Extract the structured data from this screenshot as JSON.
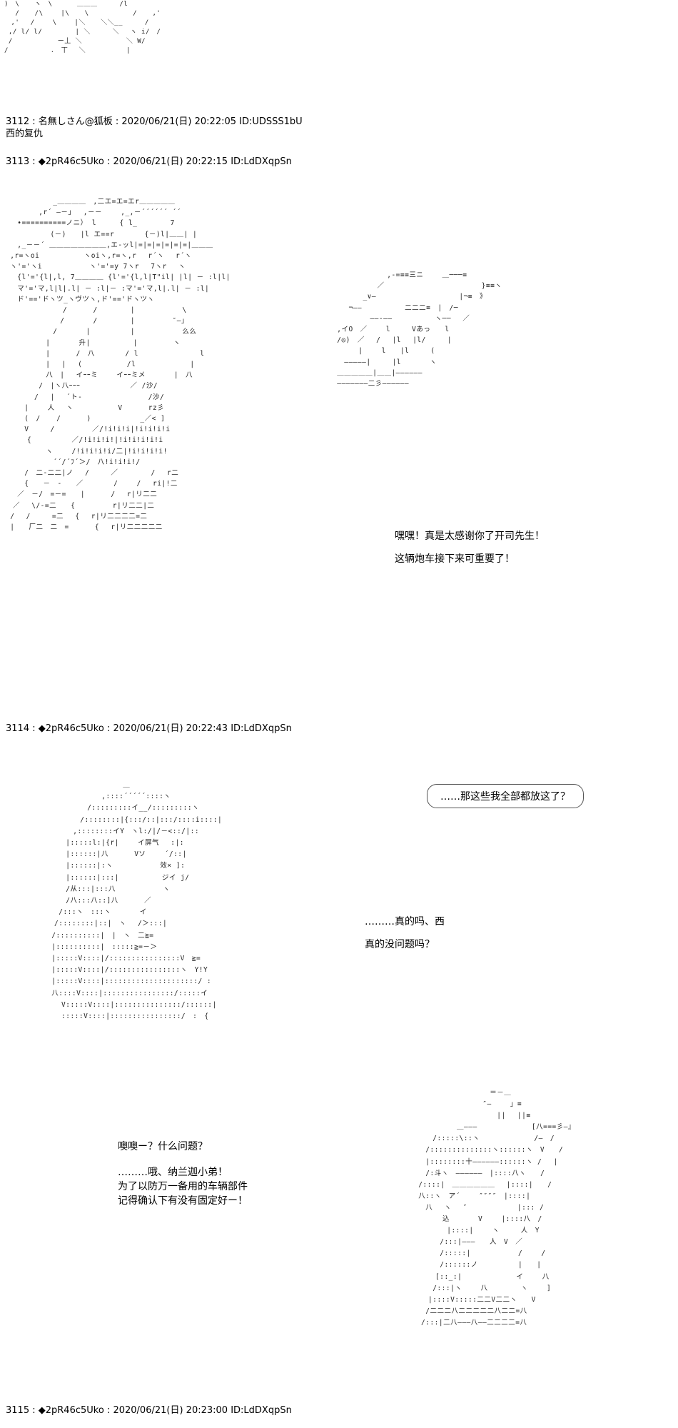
{
  "page": {
    "accent": "#000000"
  },
  "aa_top": ")　\\ 　 ヽ　\\ 　　　＿＿＿ 　　 /l\n 　/ 　 /\\ 　　|\\ 　 \\　 　 　 　 / 　 ,'\n　,'　 / 　　\\　 　|＼ 　 ＼＼__　 　 /\n ,/ l/ l/　 　 　 | ＼　 　 ＼　 ヽ i/　/\n /　　　　　　 ー丄 ＼　 　 　 　 ＼ W/\n/　　　　 　 ．　丅　 ＼　　　　　　|　",
  "posts": [
    {
      "num": "3112",
      "name": "名無しさん@狐板",
      "date": "2020/06/21(日) 20:22:05",
      "id": "ID:UDSSS1bU",
      "body": "西的复仇"
    },
    {
      "num": "3113",
      "name": "◆2pR46c5Uko",
      "date": "2020/06/21(日) 20:22:15",
      "id": "ID:LdDXqpSn",
      "dialog": [
        "嘿嘿！真是太感谢你了开司先生！",
        "这辆炮车接下来可重要了！"
      ]
    },
    {
      "num": "3114",
      "name": "◆2pR46c5Uko",
      "date": "2020/06/21(日) 20:22:43",
      "id": "ID:LdDXqpSn",
      "bubble": "……那这些我全部都放这了？",
      "dialog1": [
        "………真的吗、西",
        "真的没问题吗？"
      ],
      "dialog2": [
        "噢噢ー？什么问题？",
        "",
        "………哦、纳兰迦小弟！",
        "为了以防万一备用的车辆部件",
        "记得确认下有没有固定好ー！"
      ]
    },
    {
      "num": "3115",
      "name": "◆2pR46c5Uko",
      "date": "2020/06/21(日) 20:23:00",
      "id": "ID:LdDXqpSn"
    }
  ],
  "aa_3113_left": "　　　　　　 _＿＿＿＿　,二エ=エ=エr＿＿＿＿＿\n　　　　 ,r´ ―－」　 ,－－　　 ,_,－´´´´´´ ´´\n　 •==========ノニ） l　 　 { l_　　　　 7\n 　　　　　 (－)　　|l エ==r　 　　 {－)l|＿＿| |　　　　 \n　 ,_－－´ ＿＿＿＿＿＿＿＿,エ-ッl|=|=|=|=|=|=|＿＿＿\n ,r=ヽoi　　　　 　 ヽoiヽ,r=ヽ,r　 r´ヽ　 r´ヽ\n ヽ'='ヽi　　　　　 　ヽ'='=y 7ヽr　 7ヽr　 ヽ\n 　{l'='{l|,l, 7＿＿＿＿ {l'='{l,l|T\"il| |l| － :l|l|\n 　マ'='マ,l|l|.l| － :l|－ :マ'='マ,l|.l| － :l|\n 　ド'=='ドヽツ_ヽヴツヽ,ド'=='ドヽツヽ\n　　　　　　　　/　　　 /　　　　 |　　　 　　　\\\n　　　　　　　 /　　　　/　　　　 |　　　 　 ″―」\n　　　　　　 /　　　　|　　　　　 |　　　　　　 么么\n　　　　　 |　　　　升|　　　　　　|　　　　　ヽ\n　　　　　 |　　　 /　八　　 　 / l　 　　　　　　　l\n　　　　　 |　 |　 (　 　　　　 /l　　　　　　　 |\n　　　　　 八　|　 イｰｰミ　　 イｰｰミメ　　　　|　八\n　　　　 /　|ヽ八ｰｰｰ　　　　　　　／ /沙/\n　　　　/　 |　 ´ト-　　　 　　　　　 /沙/\n　　 |　　 人　 ヽ　　 　　　 V　　　 rz彡\n　　 (　/ 　 /　　　 ) 　　 　 　　_／< ]\n　　 V　　　/　 　　　 ／/!i!i!i|!i!i!i!i\n　　　{　　　　　 ／/!i!i!i!|!i!i!i!i!i\n　　　　　 ヽ　　 /!i!i!i!i/二|!i!i!i!i!\n　　　　　　 ´´/´ﾌ´＞/　八!i!i!i!/\n　　 /　二-二二|ノ　 /　　　／　　　　 /　 r二\n　　 {　　－　-　　／ 　　　 /　　 /　 ri|!二\n　 ／　－/　=－=　　|　　　 /　 r|リ二二\n　／　 \\/-=二　　{　 　　　 r|リ二二|二\n /　 /　　　=二　 {　 r|リ二二二二=二\n |　　厂二　二　=　　　 {　 r|リ二二二二二",
  "aa_3113_right": "　　　　　　　 ,-=≡≡三ニ　　 ＿───≡\n 　　　　　 ／　　　　　　　　　　　　　 }≡≡ヽ\n 　　　 _∨―　　　　　　　　　　　 |¬≡　》\n 　 ¬――　　　　　　二二二≡　|　/─\n 　　　　 ――-――　　　　　　ヽ──　 ／\n ,イO　／　　 l　　　Vあっ　　l\n /◎)　／　 /　 |l　 |l/　　　|\n 　　　|　 　l　　|l　　　(\n 　―――――|　　　|l　　　　ヽ\n ＿＿＿＿＿|＿＿|――――――\n ―――――――二彡――――――",
  "aa_3114_girl": "　　　　　　　　　　 ＿　　　　\n　　　　　　　 ,::::´´´´´::::ヽ\n　　　　　 /:::::::::イ__/:::::::::ヽ\n　　　　 /::::::::|{:::/::|:::/::::i::::|\n　　　 ,::::::::イY　ヽl:/|/－<::/|::\n　　 |:::::l:|{r|　 　イ屏气　 :|:\n　　 |::::::|八　　　 Vソ　 　´/::|\n　　 |::::::|:ヽ　　　　　 　效× ]:\n　　 |::::::|:::|　　　　　　ジイ j/\n　　 /从:::|:::八　　　　　　 ヽ\n　　 /八:::八::]八　　　 ／\n　 /:::ヽ　:::ヽ　　　　イ\n　/::::::::|::|　ヽ　 /＞:::|\n /::::::::::|　|　ヽ　二≧=\n |::::::::::|　:::::≧=－＞\n |:::::V::::|/::::::::::::::::V　≧=\n |:::::V::::|/::::::::::::::::ヽ　Y!Y\n |:::::V::::|:::::::::::::::::::::/ :\n 八::::V::::|::::::::::::::::/:::::イ\n　　V:::::V::::|:::::::::::::::/::::::|\n　　:::::V::::|::::::::::::::::/　:　{",
  "aa_3114_right": "　　　　　　　　　　　　 ＝－＿\n　　　　　　　　　　　 ″―　　 」≡　\n　　　　　　　　　　　　　 ||　 ||≡\n　　　　　　　　＿―――　　　　　　　 [八===彡―』\n　　　　 /:::::\\::ヽ　　　　　　　 /―　/\n　　　 /::::::::::::::ヽ::::::ヽ　V　　/\n　　　 |::::::::十――――――::::::ヽ /　 |\n　　　 /:斗ヽ　――――――　|::::八ヽ　　/\n　　 /::::|　＿＿＿＿＿＿　 |::::|　　/\n　　 八::ヽ　ア´　　 ″″″″　|::::|\n　　　 八　 ヽ　 ″　　　　　　　|::: /\n　　　　　　込　　　　V　 　|::::八　/\n　　　　　　 |::::|　　 ヽ　　　人　Y\n　　　　　 /:::|―――　　人　V　／\n　　　　　 /:::::|　　　　　　 /　　 /\n　　　　　 /::::::ノ　　　　　 |　　|\n　　　　　[::_:|　　　　　　　 イ　　 八\n　　　　 /:::|ヽ　　 八　　　　 ヽ　　 ]\n　　　　|::::V:::::二二V二二ヽ　　V\n　　　 /二二二八二二二二二八二二=八\n　　　/:::|二八―――八――二二二二=八"
}
